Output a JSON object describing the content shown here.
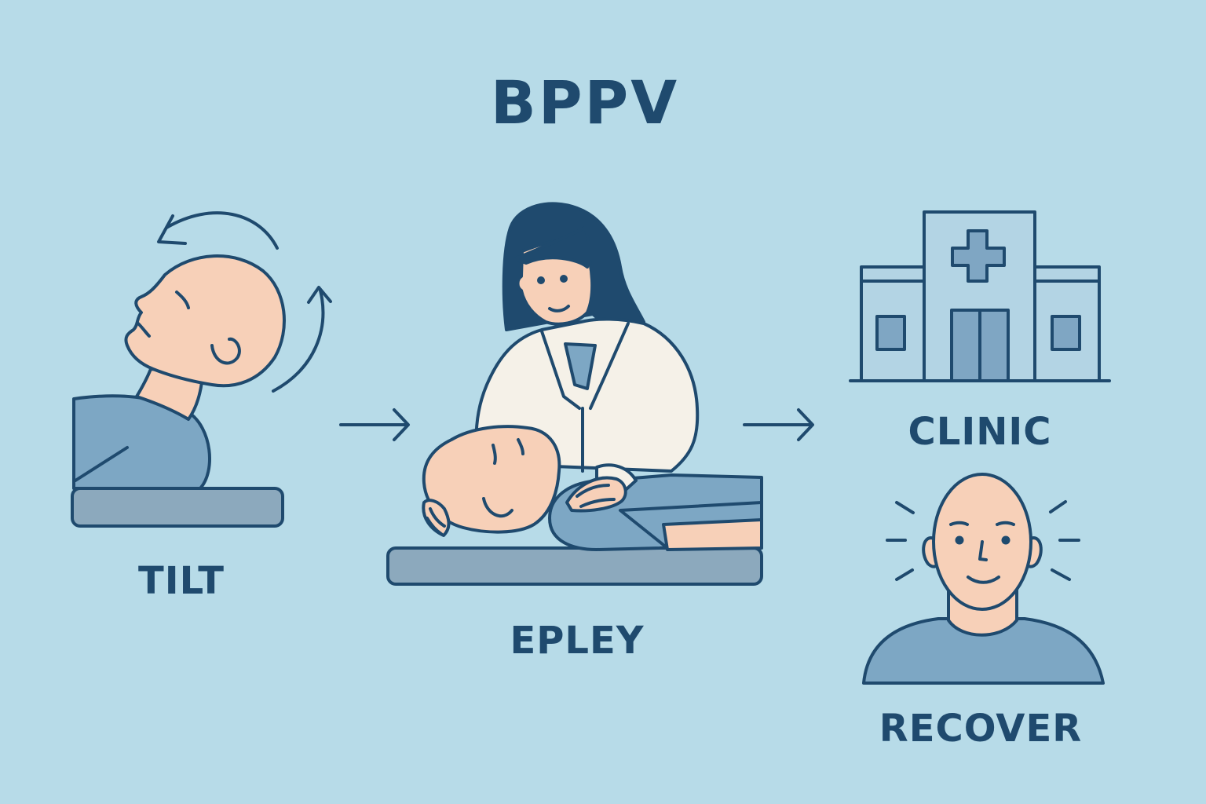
{
  "title": "BPPV",
  "steps": [
    {
      "label": "TILT"
    },
    {
      "label": "EPLEY"
    },
    {
      "label": "CLINIC"
    },
    {
      "label": "RECOVER"
    }
  ],
  "colors": {
    "background": "#b7dbe8",
    "ink": "#1f4a6e",
    "skin": "#f7d0b8",
    "clothing": "#7da7c4",
    "bed": "#8ca9bd",
    "coat": "#f5f1e8",
    "building": "#b3d4e4",
    "window": "#7fa6c3"
  },
  "icons": [
    "rotation-arrow-icon",
    "flow-arrow-icon",
    "medical-cross-icon",
    "radiance-lines-icon"
  ]
}
